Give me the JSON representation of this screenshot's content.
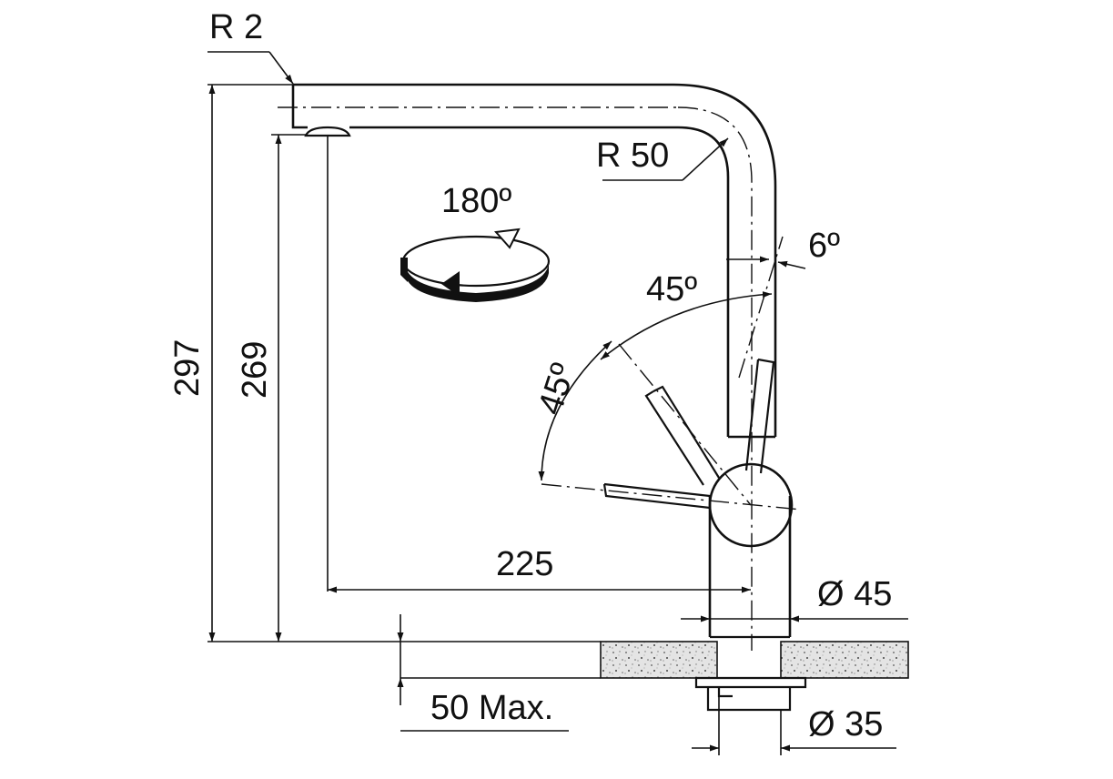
{
  "labels": {
    "r2": "R 2",
    "r50": "R 50",
    "rotation": "180º",
    "tilt": "6º",
    "angle_upper": "45º",
    "angle_lower": "45º",
    "height_total": "297",
    "height_outlet": "269",
    "reach": "225",
    "base_diameter": "Ø 45",
    "thread_diameter": "Ø 35",
    "counter_thickness": "50 Max."
  }
}
